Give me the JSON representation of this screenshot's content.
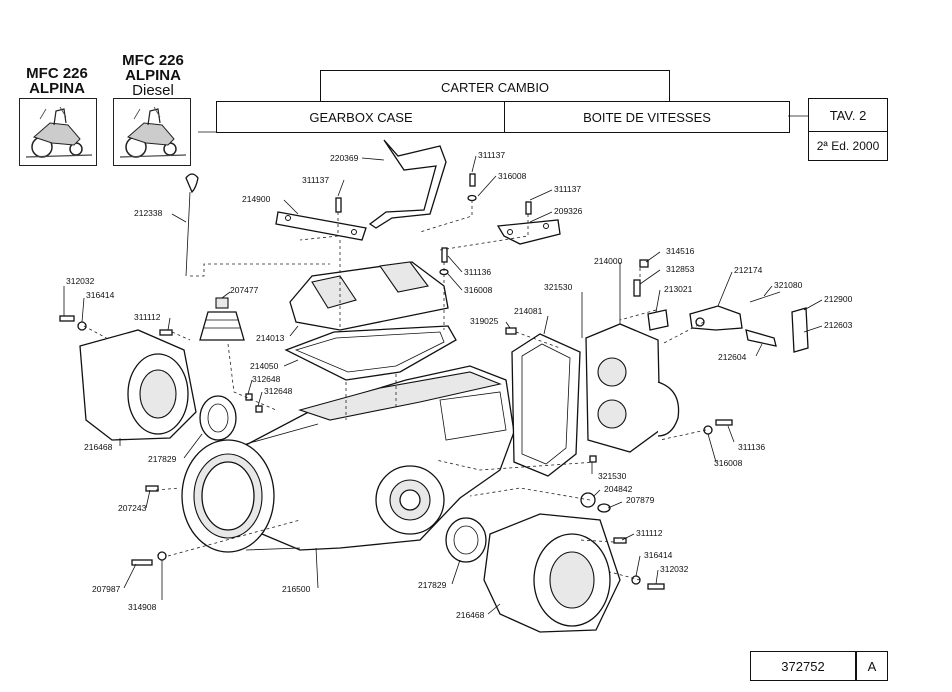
{
  "header": {
    "model_left": {
      "line1": "MFC 226",
      "line2": "ALPINA"
    },
    "model_right": {
      "line1": "MFC 226",
      "line2": "ALPINA",
      "line3": "Diesel"
    },
    "title_it": "CARTER CAMBIO",
    "title_en": "GEARBOX CASE",
    "title_fr": "BOITE DE VITESSES",
    "table_ref": "TAV. 2",
    "edition": "2ª Ed. 2000"
  },
  "footer": {
    "doc_number": "372752",
    "revision": "A"
  },
  "part_labels": [
    "220369",
    "311137",
    "316008",
    "311137",
    "209326",
    "311137",
    "214900",
    "212338",
    "311136",
    "316008",
    "314516",
    "312853",
    "213021",
    "214000",
    "321530",
    "212174",
    "321080",
    "212900",
    "212603",
    "212604",
    "312032",
    "316414",
    "207477",
    "311112",
    "319025",
    "214081",
    "214013",
    "214050",
    "312648",
    "312648",
    "216468",
    "217829",
    "207243",
    "311136",
    "316008",
    "321530",
    "204842",
    "207879",
    "311112",
    "316414",
    "312032",
    "207987",
    "314908",
    "216500",
    "217829",
    "216468"
  ]
}
